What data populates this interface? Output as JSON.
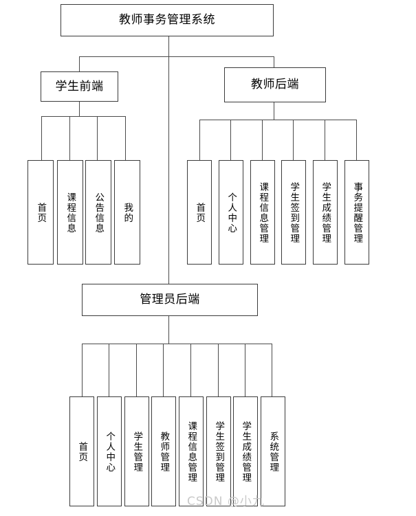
{
  "diagram": {
    "kind": "system-function-structure-tree",
    "root": {
      "label": "教师事务管理系统"
    },
    "branches": [
      {
        "id": "student-frontend",
        "label": "学生前端",
        "leaves": [
          {
            "label": "首页"
          },
          {
            "label": "课程信息"
          },
          {
            "label": "公告信息"
          },
          {
            "label": "我的"
          }
        ]
      },
      {
        "id": "teacher-backend",
        "label": "教师后端",
        "leaves": [
          {
            "label": "首页"
          },
          {
            "label": "个人中心"
          },
          {
            "label": "课程信息管理"
          },
          {
            "label": "学生签到管理"
          },
          {
            "label": "学生成绩管理"
          },
          {
            "label": "事务提醒管理"
          }
        ]
      },
      {
        "id": "admin-backend",
        "label": "管理员后端",
        "leaves": [
          {
            "label": "首页"
          },
          {
            "label": "个人中心"
          },
          {
            "label": "学生管理"
          },
          {
            "label": "教师管理"
          },
          {
            "label": "课程信息管理"
          },
          {
            "label": "学生签到管理"
          },
          {
            "label": "学生成绩管理"
          },
          {
            "label": "系统管理"
          }
        ]
      }
    ]
  },
  "watermark": {
    "text": "CSDN @小九"
  },
  "colors": {
    "background": "#ffffff",
    "box_border": "#3a3a3a",
    "connector": "#4a4a4a",
    "text": "#000000",
    "watermark": "#c9c9c9"
  }
}
